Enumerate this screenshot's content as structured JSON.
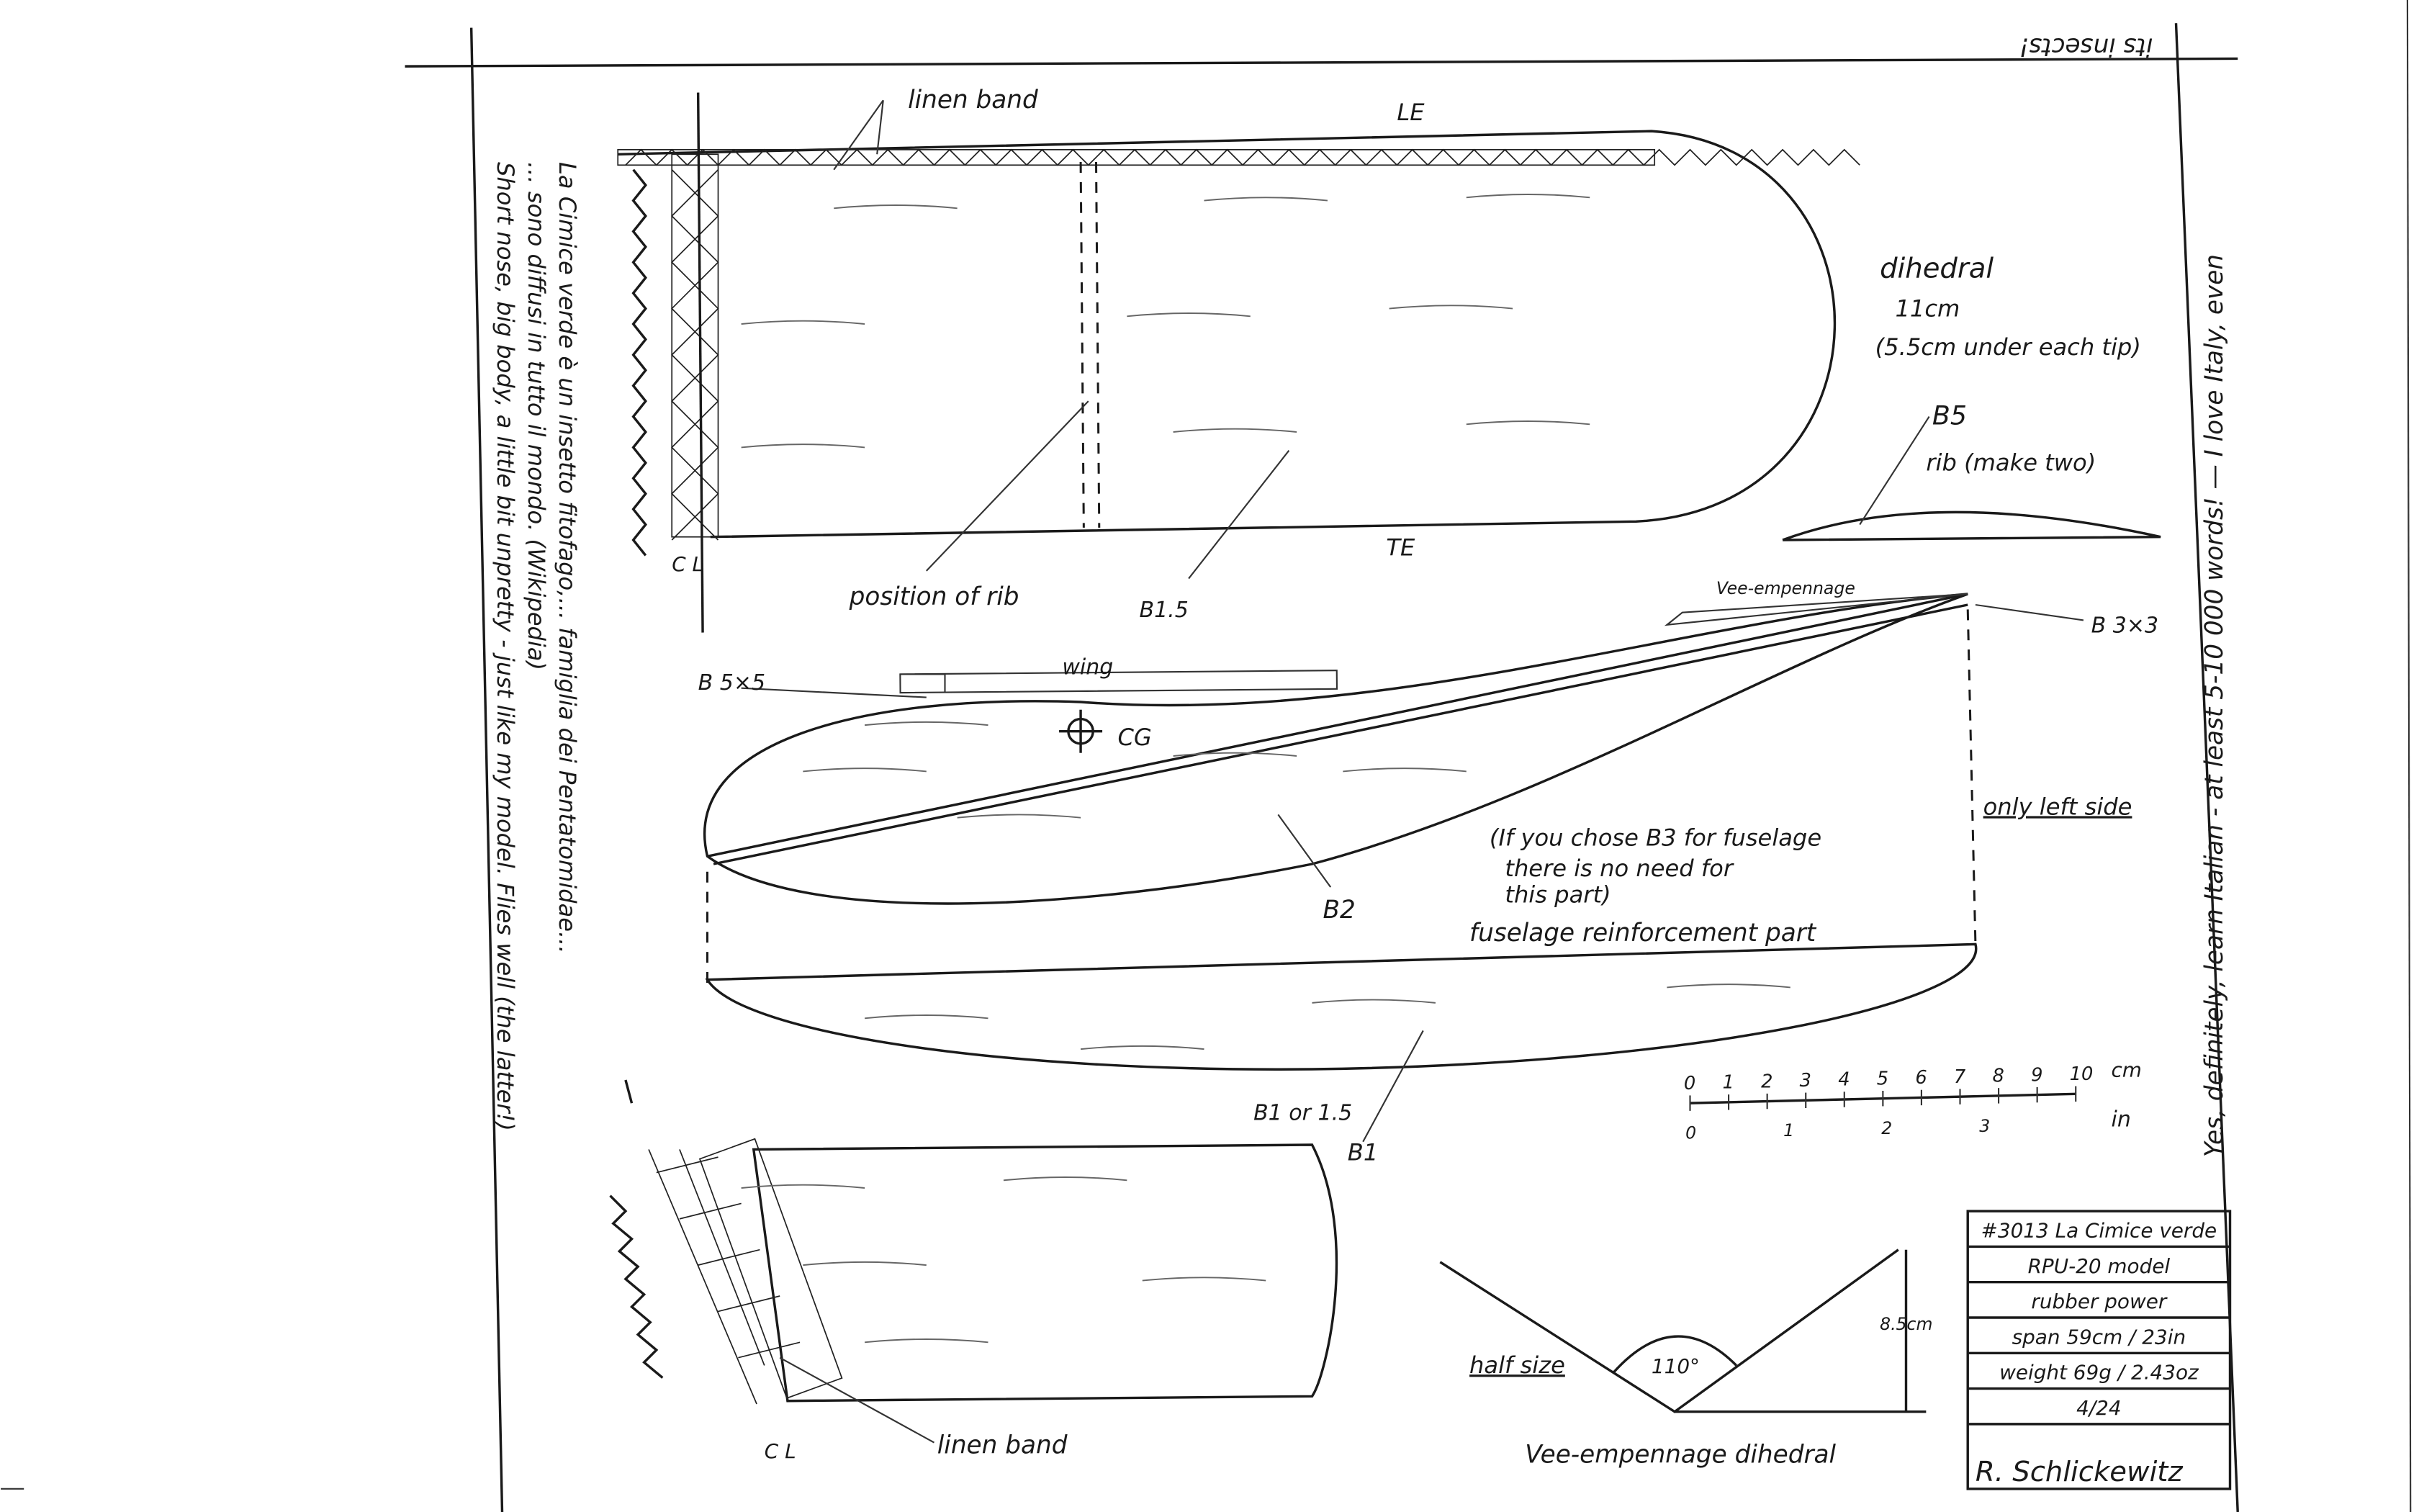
{
  "wing": {
    "linen_band_top": "linen band",
    "le": "LE",
    "te": "TE",
    "cl_top": "C L",
    "position_of_rib": "position of rib",
    "b15": "B1.5",
    "dihedral": "dihedral",
    "dihedral_value": "11cm",
    "dihedral_note": "(5.5cm under each tip)"
  },
  "rib": {
    "label": "B5",
    "note": "rib (make two)"
  },
  "fuselage": {
    "vee_label": "Vee-empennage",
    "b33": "B 3×3",
    "b55": "B 5×5",
    "wing_label": "wing",
    "cg": "CG",
    "b2": "B2",
    "only_left_side": "only left side",
    "note_line1": "(If you chose B3 for fuselage",
    "note_line2": "there is no need for",
    "note_line3": "this part)",
    "reinforcement": "fuselage reinforcement part",
    "b1or15": "B1 or 1.5",
    "b1": "B1"
  },
  "scale": {
    "cm_ticks": [
      "0",
      "1",
      "2",
      "3",
      "4",
      "5",
      "6",
      "7",
      "8",
      "9",
      "10"
    ],
    "cm_unit": "cm",
    "in_ticks": [
      "0",
      "1",
      "2",
      "3"
    ],
    "in_unit": "in"
  },
  "tail": {
    "linen_band": "linen band",
    "cl": "C L",
    "half_size": "half size",
    "angle": "110°",
    "height": "8.5cm",
    "caption": "Vee-empennage dihedral"
  },
  "title_block": {
    "rows": [
      "#3013 La Cimice verde",
      "RPU-20 model",
      "rubber power",
      "span 59cm / 23in",
      "weight 69g / 2.43oz",
      "4/24"
    ],
    "signature": "R. Schlickewitz"
  },
  "side_notes": {
    "left_line1": "La Cimice verde è un insetto fitofago,... famiglia dei Pentatomidae...",
    "left_line2": "... sono diffusi in tutto il mondo. (Wikipedia)",
    "left_line3": "Short nose, big body, a little bit unpretty - just like my model. Flies well (the latter!)",
    "right_line": "Yes, definitely, learn Italian - at least 5-10 000 words! — I love Italy, even",
    "upside_down": "its insects!"
  }
}
